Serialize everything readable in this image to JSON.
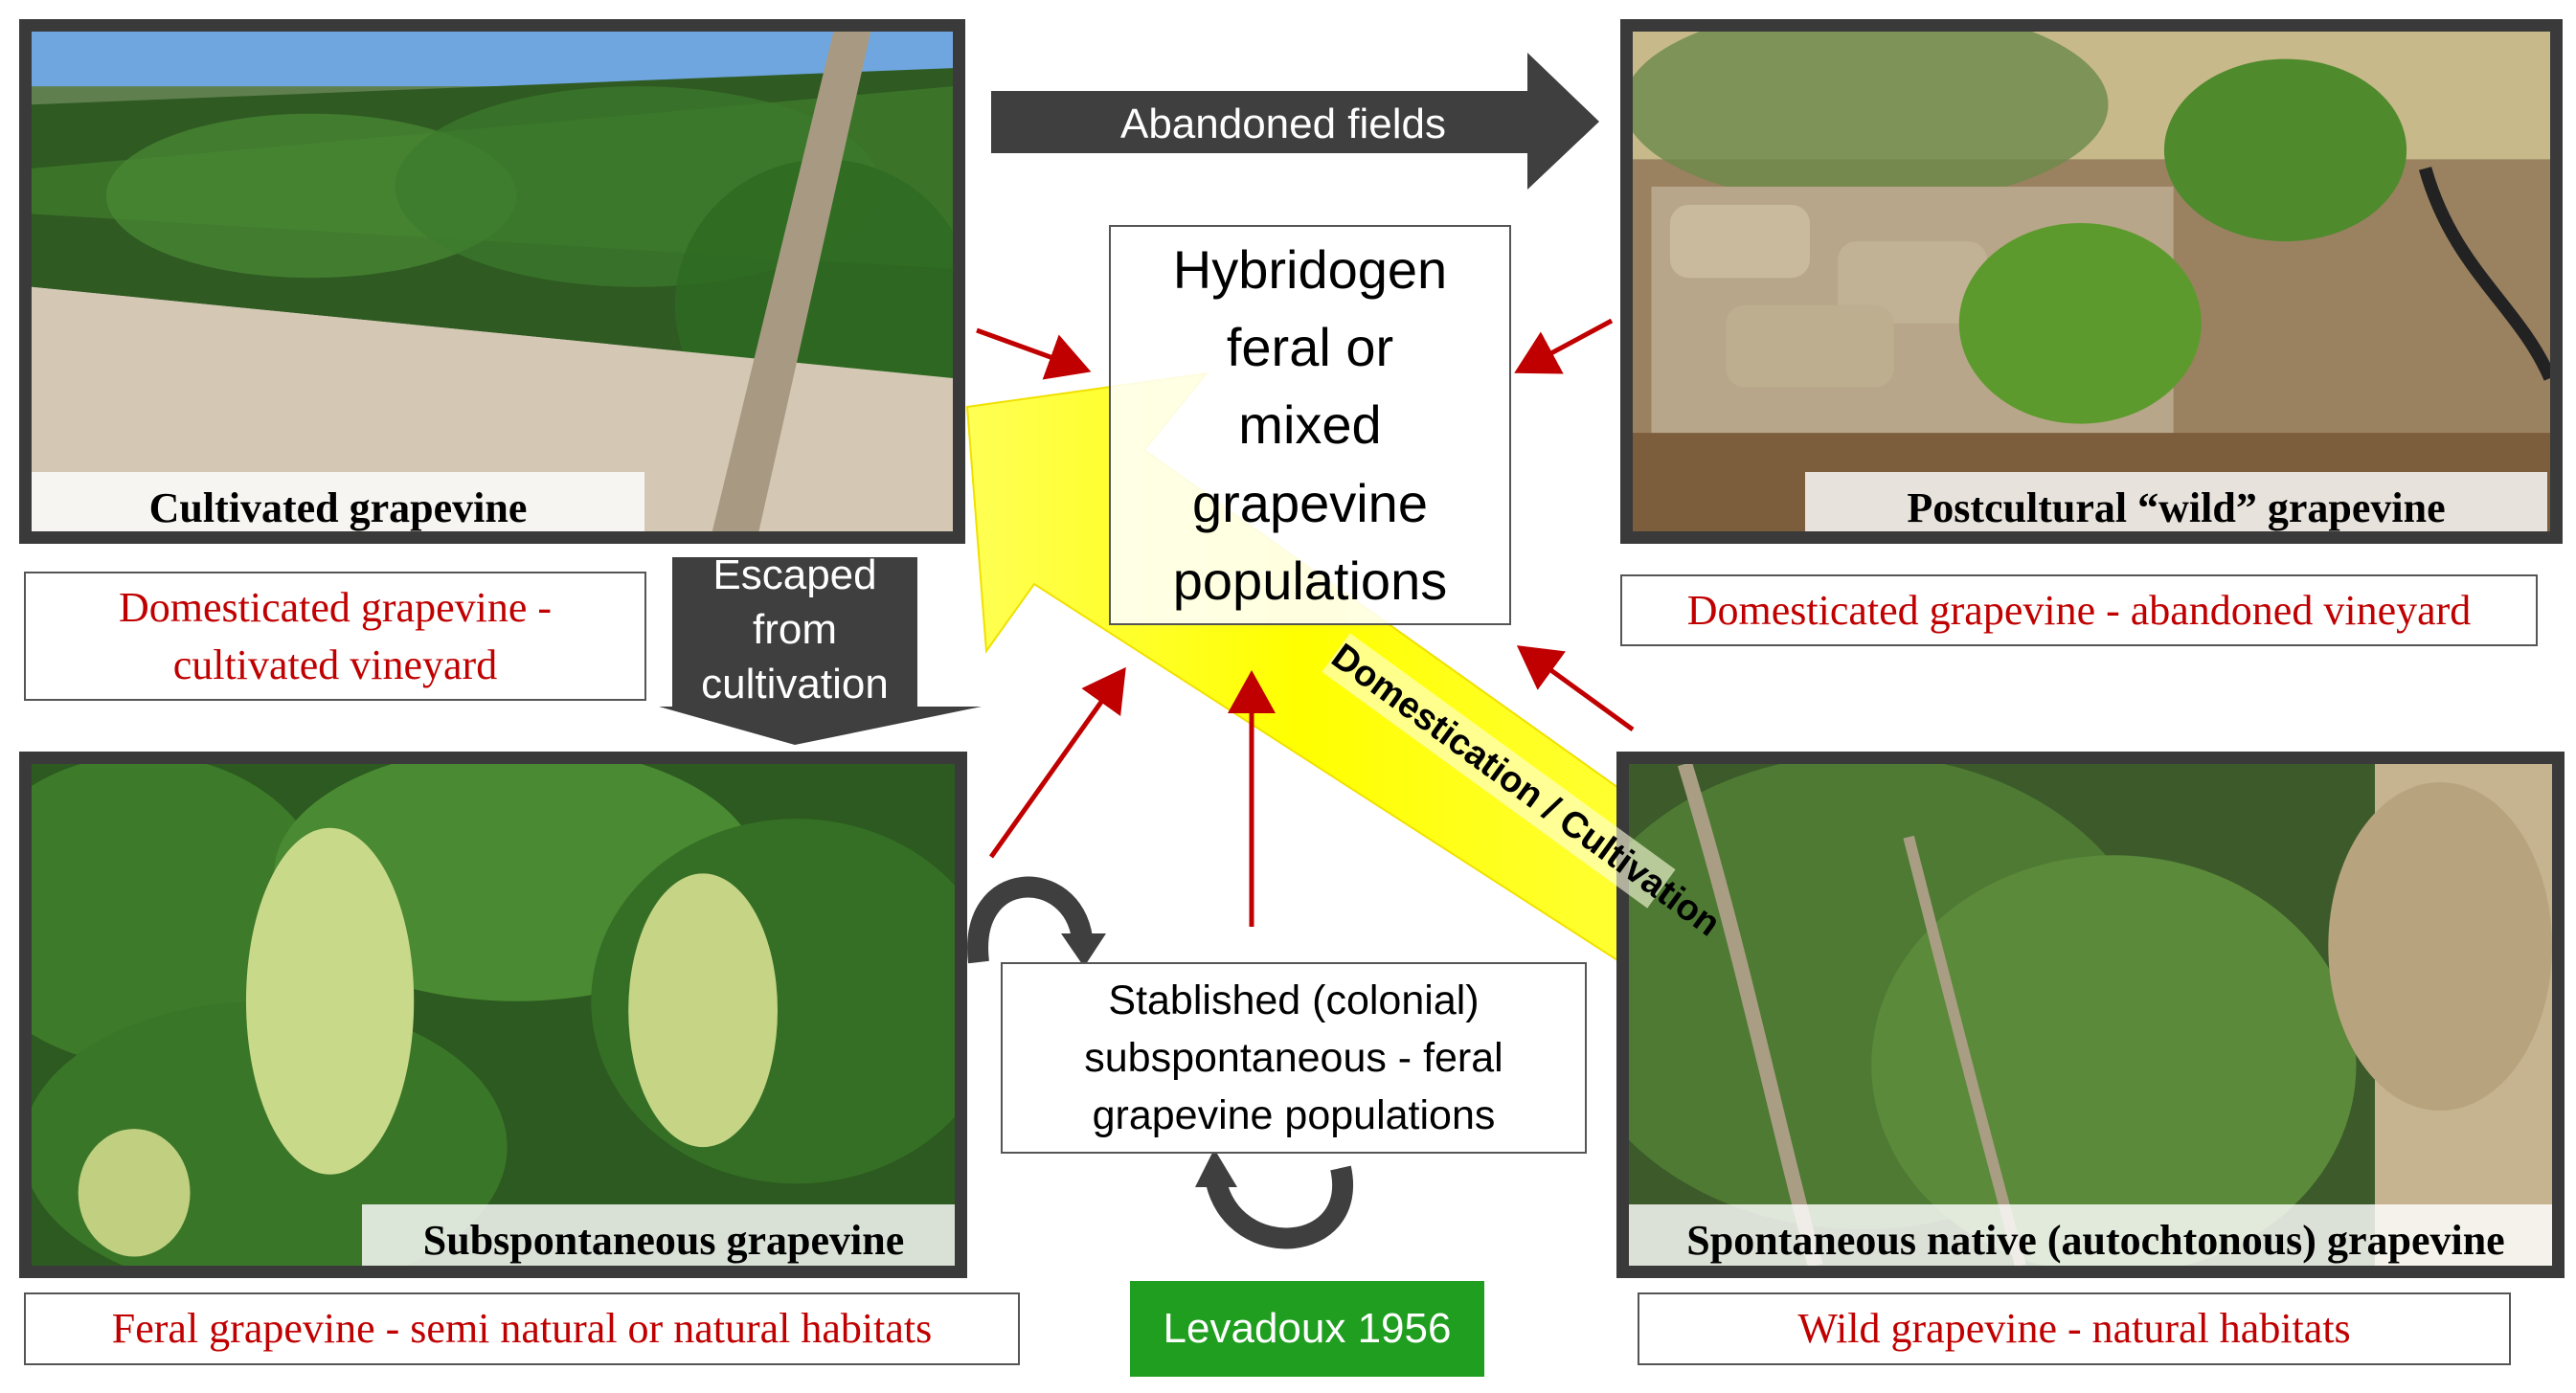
{
  "photos": {
    "cultivated": "Cultivated grapevine",
    "postcultural": "Postcultural “wild” grapevine",
    "subspontaneous": "Subspontaneous grapevine",
    "spontaneous": "Spontaneous native (autochtonous) grapevine"
  },
  "captions": {
    "domesticated_cultivated": "Domesticated grapevine - cultivated vineyard",
    "domesticated_abandoned": "Domesticated grapevine - abandoned vineyard",
    "feral": "Feral grapevine - semi natural or natural habitats",
    "wild": "Wild grapevine - natural habitats"
  },
  "arrows": {
    "abandoned_fields": "Abandoned fields",
    "escaped_line1": "Escaped",
    "escaped_line2": "from",
    "escaped_line3": "cultivation",
    "domestication": "Domestication / Cultivation"
  },
  "center": {
    "hybridogen_l1": "Hybridogen",
    "hybridogen_l2": "feral or",
    "hybridogen_l3": "mixed",
    "hybridogen_l4": "grapevine",
    "hybridogen_l5": "populations",
    "established_l1": "Stablished (colonial)",
    "established_l2": "subspontaneous - feral",
    "established_l3": "grapevine populations"
  },
  "reference": "Levadoux 1956",
  "colors": {
    "frame": "#3a3a3a",
    "caption_red": "#c00000",
    "flow_arrow_red": "#c00000",
    "domestication_yellow": "#ffff00",
    "reference_green": "#1f9e1f",
    "dark_arrow": "#3f3f3f"
  }
}
